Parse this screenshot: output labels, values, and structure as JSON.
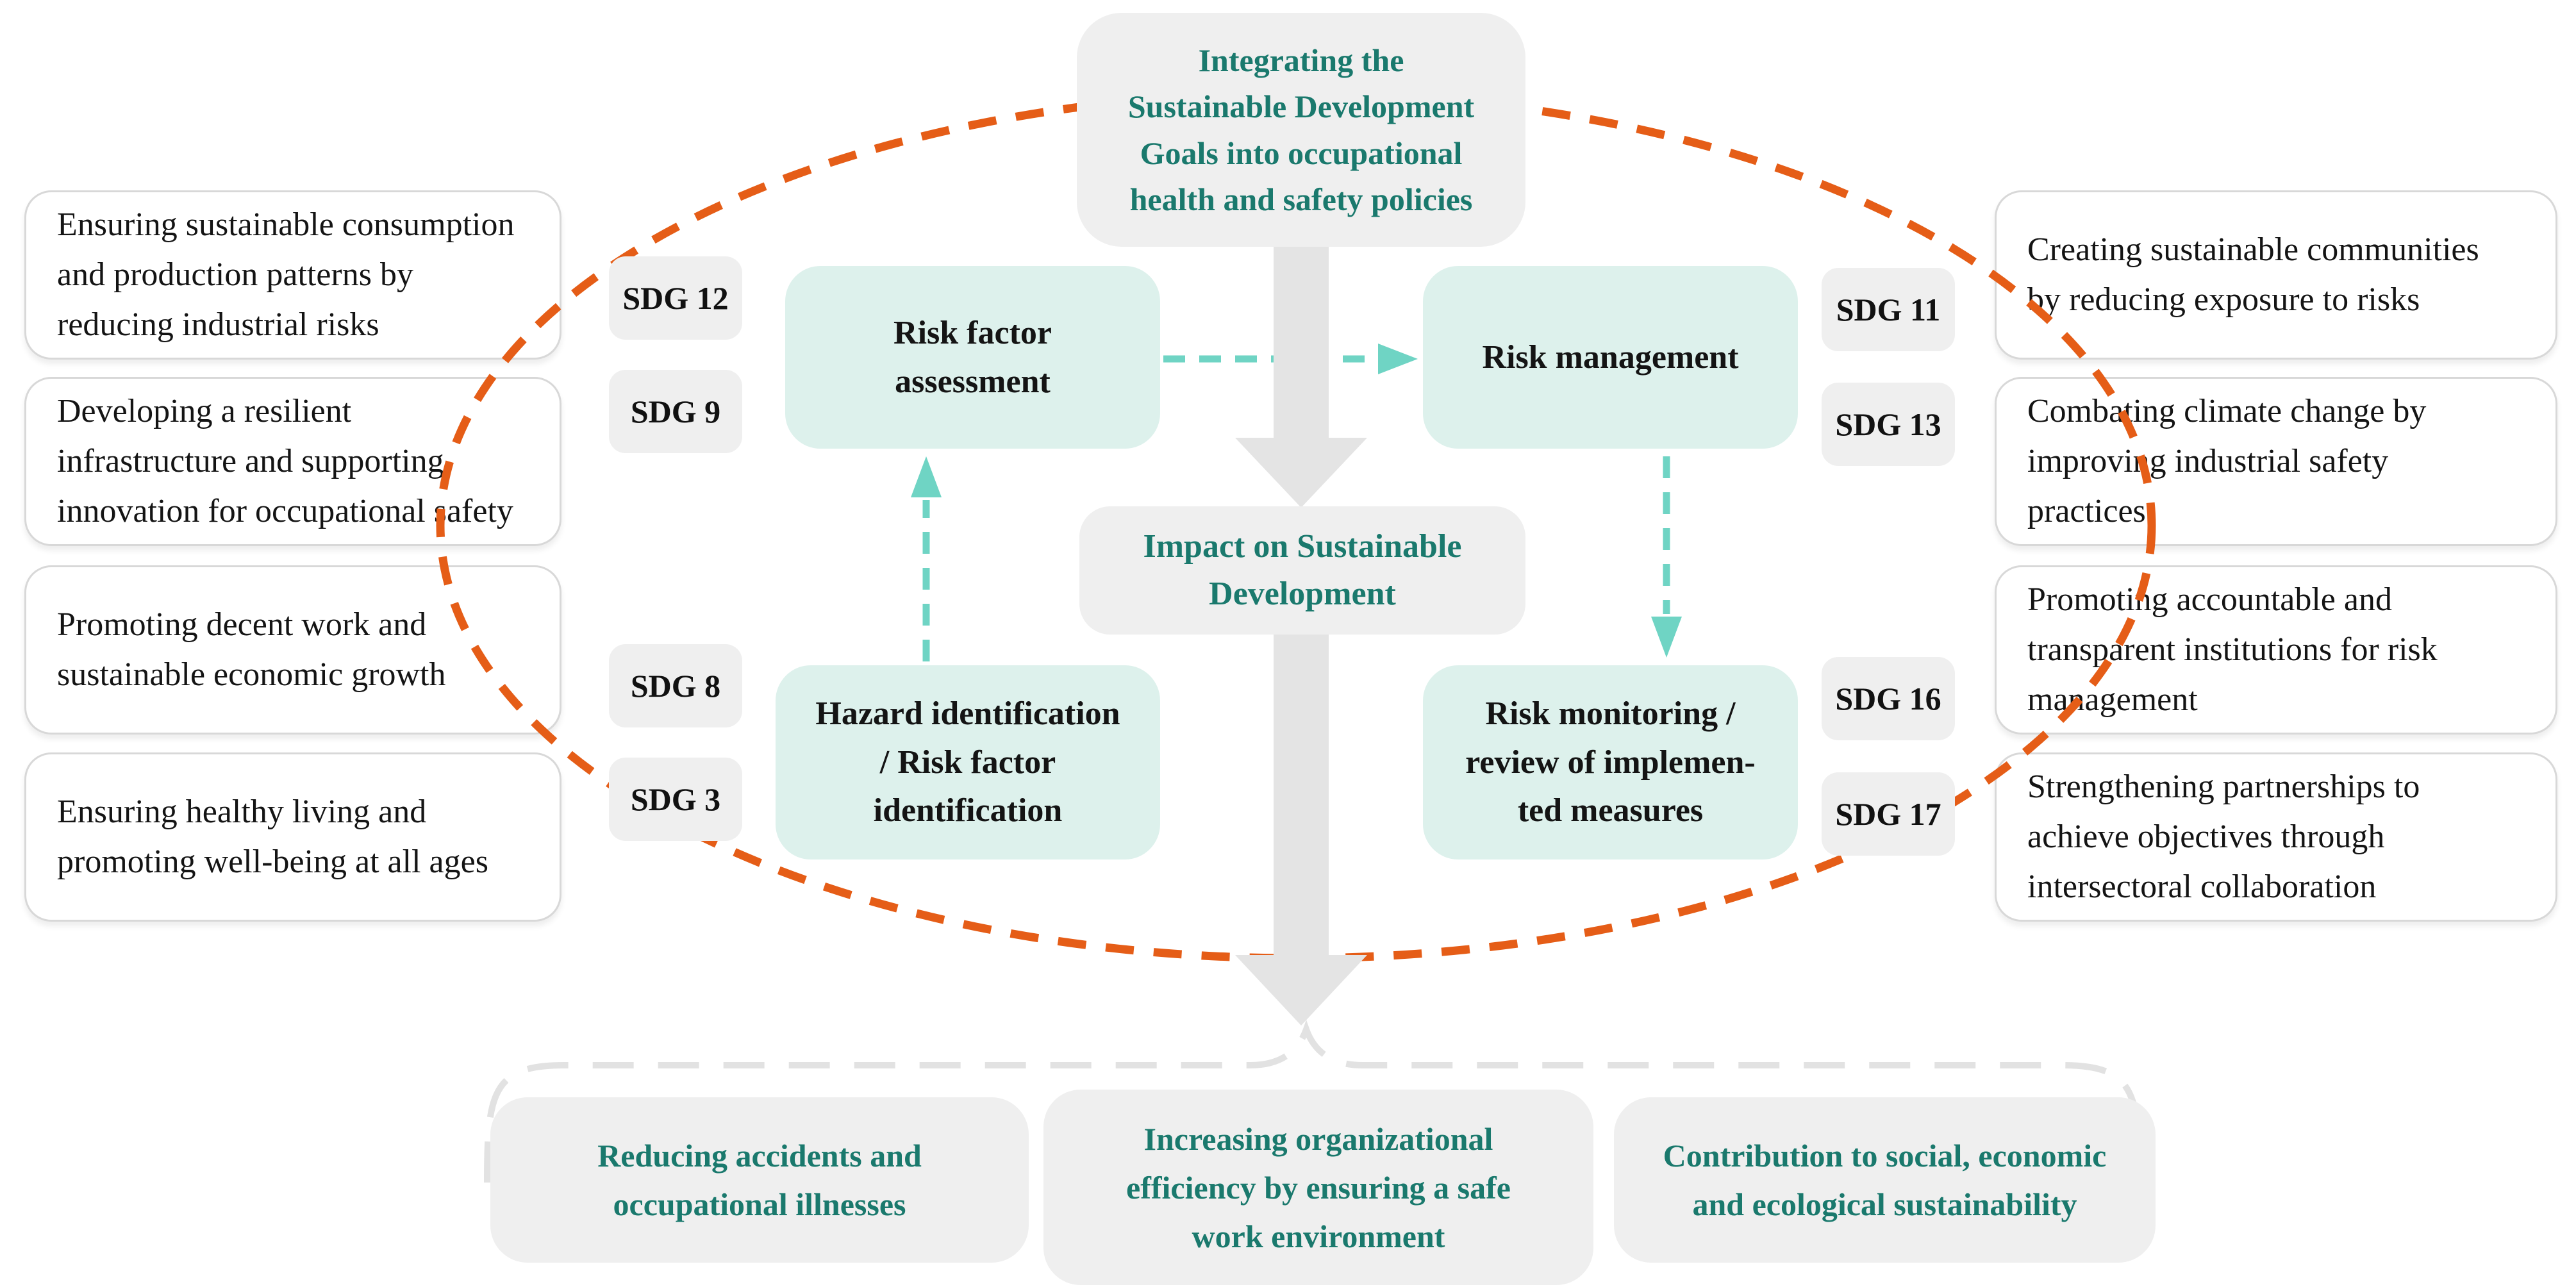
{
  "diagram": {
    "title": "Integrating the\nSustainable Development\nGoals into occupational\nhealth and safety policies",
    "impact": "Impact on Sustainable\nDevelopment",
    "process": {
      "risk_factor_assessment": "Risk factor\nassessment",
      "risk_management": "Risk management",
      "hazard_identification": "Hazard identification\n/ Risk factor\nidentification",
      "risk_monitoring": "Risk monitoring /\nreview of implemen-\nted measures"
    },
    "sdg_left": [
      "SDG 12",
      "SDG 9",
      "SDG 8",
      "SDG 3"
    ],
    "sdg_right": [
      "SDG 11",
      "SDG 13",
      "SDG 16",
      "SDG 17"
    ],
    "goals_left": [
      "Ensuring sustainable consumption\nand production patterns by\nreducing industrial risks",
      "Developing a resilient\ninfrastructure and supporting\ninnovation for occupational safety",
      "Promoting decent work and\nsustainable economic growth",
      "Ensuring healthy living and\npromoting well-being at all ages"
    ],
    "goals_right": [
      "Creating sustainable communities\nby reducing exposure to risks",
      "Combating climate change by\nimproving industrial safety\npractices",
      "Promoting accountable and\ntransparent institutions for risk\nmanagement",
      "Strengthening partnerships to\nachieve objectives through\nintersectoral collaboration"
    ],
    "outcomes": [
      "Reducing accidents and\noccupational illnesses",
      "Increasing organizational\nefficiency by ensuring a safe\nwork environment",
      "Contribution to social, economic\nand ecological sustainability"
    ],
    "colors": {
      "teal_text": "#1a796d",
      "mint_fill": "#ddf1ec",
      "panel_fill": "#efefef",
      "teal_arrow": "#6fd4c4",
      "orange_dash": "#e55d17",
      "gray_arrow": "#e4e4e4",
      "bracket_dash": "#e2e2e2",
      "goal_border": "#d8d8d8",
      "body_text": "#141414"
    }
  }
}
